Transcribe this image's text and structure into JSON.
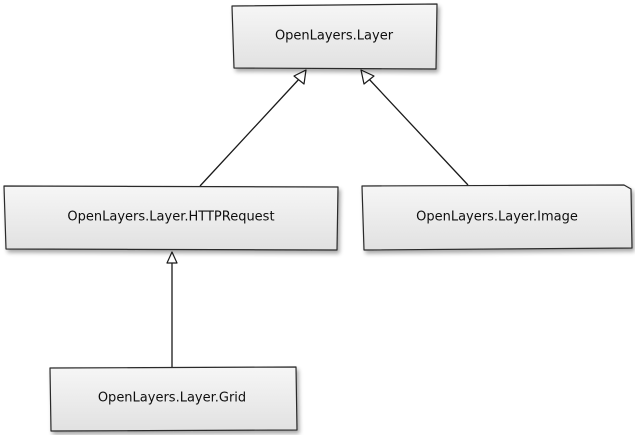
{
  "diagram": {
    "nodes": {
      "layer": {
        "label": "OpenLayers.Layer"
      },
      "http_request": {
        "label": "OpenLayers.Layer.HTTPRequest"
      },
      "image": {
        "label": "OpenLayers.Layer.Image"
      },
      "grid": {
        "label": "OpenLayers.Layer.Grid"
      }
    },
    "edges": [
      {
        "from": "http_request",
        "to": "layer",
        "kind": "inheritance"
      },
      {
        "from": "image",
        "to": "layer",
        "kind": "inheritance"
      },
      {
        "from": "grid",
        "to": "http_request",
        "kind": "inheritance"
      }
    ]
  }
}
